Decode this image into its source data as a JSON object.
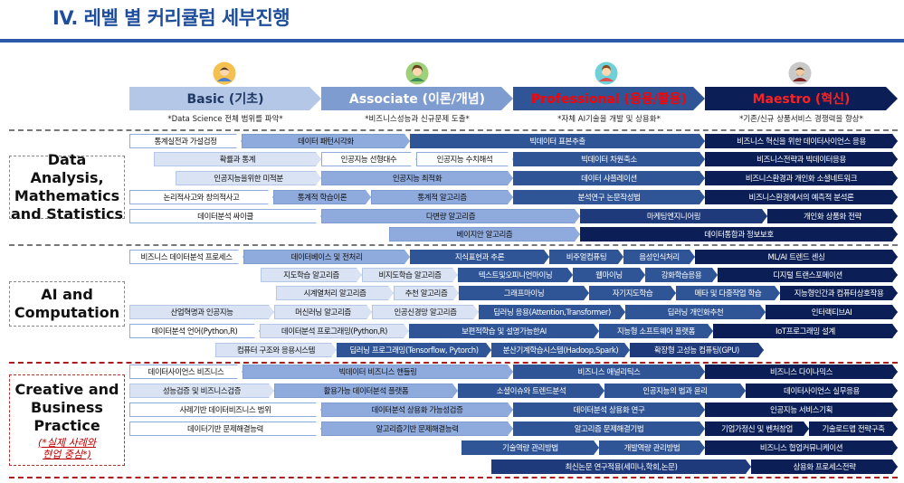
{
  "title": "IV. 레벨 별 커리큘럼 세부진행",
  "colors": {
    "accent": "#1f4e9c",
    "level1": "#b4c7e7",
    "level2": "#7e9ccf",
    "level3": "#2f5597",
    "level4": "#0b1f56",
    "level1_text": "#1f3864",
    "level3_text": "#ff0000",
    "level4_text": "#ff2020"
  },
  "levels": [
    {
      "name": "Basic (기초)",
      "desc": "*Data Science 전체 범위를 파악*",
      "icon": "user-icon-basic"
    },
    {
      "name": "Associate (이론/개념)",
      "desc": "*비즈니스성능과 신규문제 도출*",
      "icon": "user-icon-associate"
    },
    {
      "name": "Professional (응용/활용)",
      "desc": "*자체 AI기술을 개발 및 상용화*",
      "icon": "user-icon-professional"
    },
    {
      "name": "Maestro (혁신)",
      "desc": "*기존/신규 상품서비스 경쟁력을 향상*",
      "icon": "user-icon-maestro"
    }
  ],
  "categories": [
    {
      "name": "Data Analysis,\nMathematics\nand Statistics",
      "sub": ""
    },
    {
      "name": "AI and\nComputation",
      "sub": ""
    },
    {
      "name": "Creative and\nBusiness\nPractice",
      "sub": "(*실제 사례와\n현업 중심*)"
    }
  ],
  "rows": [
    [
      {
        "t": "통계실전과 가설검정"
      },
      {
        "t": "데이터 패턴시각화"
      },
      {
        "t": "빅데이터 표본추출"
      },
      {
        "t": "비즈니스 혁신을 위한 데이터사이언스 응용"
      }
    ],
    [
      {
        "t": "확률과 통계"
      },
      {
        "t": "인공지능 선형대수"
      },
      {
        "t": "인공지능 수치해석"
      },
      {
        "t": "빅데이터 차원축소"
      },
      {
        "t": "비즈니스전략과 빅데이터응용"
      }
    ],
    [
      {
        "t": "인공지능을위한 미적분"
      },
      {
        "t": "인공지능 최적화"
      },
      {
        "t": "데이터 샤플레이션"
      },
      {
        "t": "비즈니스환경과 개인화 소셜네트워크"
      }
    ],
    [
      {
        "t": "논리적사고와 창의적사고"
      },
      {
        "t": "통계적 학습이론"
      },
      {
        "t": "통계적 알고리즘"
      },
      {
        "t": "분석연구 논문작성법"
      },
      {
        "t": "비즈니스환경에서의 예측적 분석론"
      }
    ],
    [
      {
        "t": "데이터분석 싸이클"
      },
      {
        "t": "다변량 알고리즘"
      },
      {
        "t": "마케팅엔지니어링"
      },
      {
        "t": "개인화 상품화 전략"
      }
    ],
    [
      {
        "t": "베이지안 알고리즘"
      },
      {
        "t": "데이터통합과 정보보호"
      }
    ],
    [
      {
        "t": "비즈니스 데이터분석 프로세스"
      },
      {
        "t": "데이터베이스 및 전처리"
      },
      {
        "t": "지식표현과 추론"
      },
      {
        "t": "비주얼컴퓨팅"
      },
      {
        "t": "음성인식처리"
      },
      {
        "t": "ML/AI 트렌드 센싱"
      }
    ],
    [
      {
        "t": "지도학습 알고리즘"
      },
      {
        "t": "비지도학습 알고리즘"
      },
      {
        "t": "텍스트및오피니언마이닝"
      },
      {
        "t": "웹마이닝"
      },
      {
        "t": "강화학습응용"
      },
      {
        "t": "디지털 트랜스포메이션"
      }
    ],
    [
      {
        "t": "시계열처리 알고리즘"
      },
      {
        "t": "추천 알고리즘"
      },
      {
        "t": "그래프마이닝"
      },
      {
        "t": "자기지도학습"
      },
      {
        "t": "메타 및 다중작업 학습"
      },
      {
        "t": "지능형인간과 컴퓨터상호작용"
      }
    ],
    [
      {
        "t": "산업혁명과 인공지능"
      },
      {
        "t": "머신러닝 알고리즘"
      },
      {
        "t": "인공신경망 알고리즘"
      },
      {
        "t": "딥러닝 응용(Attention,Transformer)"
      },
      {
        "t": "딥러닝 개인화추천"
      },
      {
        "t": "인터랙티브AI"
      }
    ],
    [
      {
        "t": "데이터분석 언어(Python,R)"
      },
      {
        "t": "데이터분석 프로그래밍(Python,R)"
      },
      {
        "t": "보편적학습 및 설명가능한AI"
      },
      {
        "t": "지능형 소프트웨어 플랫폼"
      },
      {
        "t": "IoT프로그래밍 설계"
      }
    ],
    [
      {
        "t": "컴퓨터 구조와 응용시스템"
      },
      {
        "t": "딥러닝 프로그래밍(Tensorflow, Pytorch)"
      },
      {
        "t": "분산기계학습시스템(Hadoop,Spark)"
      },
      {
        "t": "확장형 고성능 컴퓨팅(GPU)"
      }
    ],
    [
      {
        "t": "데이터사이언스 비즈니스"
      },
      {
        "t": "빅데이터 비즈니스 핸들링"
      },
      {
        "t": "비즈니스 애널리틱스"
      },
      {
        "t": "비즈니스 다이나믹스"
      }
    ],
    [
      {
        "t": "성능검증 및 비즈니스검증"
      },
      {
        "t": "활용가능 데이터분석 플랫폼"
      },
      {
        "t": "소셜이슈와 트렌드분석"
      },
      {
        "t": "인공지능의 법과 윤리"
      },
      {
        "t": "데이터사이언스 실무응용"
      }
    ],
    [
      {
        "t": "사례기반 데이터비즈니스 범위"
      },
      {
        "t": "데이터분석 상용화 가능성검증"
      },
      {
        "t": "데이터분석 상용화 연구"
      },
      {
        "t": "인공지능 서비스기획"
      }
    ],
    [
      {
        "t": "데이터기반 문제해결능력"
      },
      {
        "t": "알고리즘기반 문제해결능력"
      },
      {
        "t": "알고리즘 문제해결기법"
      },
      {
        "t": "기업가정신 및 벤처창업"
      },
      {
        "t": "기술로드맵 전략구축"
      }
    ],
    [
      {
        "t": "기술역량 관리방법"
      },
      {
        "t": "개발역량 관리방법"
      },
      {
        "t": "비즈니스 협업커뮤니케이션"
      }
    ],
    [
      {
        "t": "최신논문 연구적용(세미나,학회,논문)"
      },
      {
        "t": "상용화 프로세스전략"
      }
    ]
  ]
}
